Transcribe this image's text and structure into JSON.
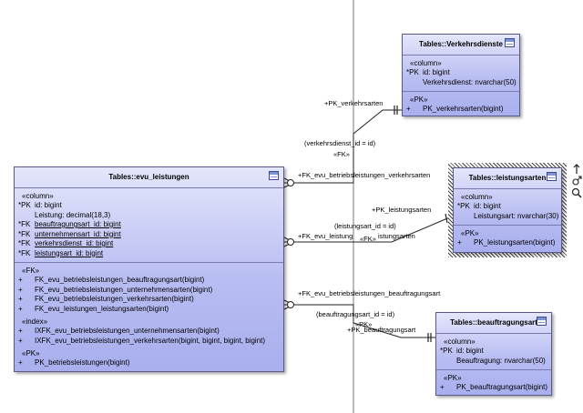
{
  "tables": {
    "verkehrsdienste": {
      "title": "Tables::Verkehrsdienste",
      "column_stereo": "«column»",
      "columns": [
        {
          "key": "*PK",
          "text": "id: bigint",
          "indent": false,
          "underline": false
        },
        {
          "key": "",
          "text": "Verkehrsdienst: nvarchar(50)",
          "indent": true,
          "underline": false
        }
      ],
      "pk_stereo": "«PK»",
      "pks": [
        {
          "key": "+",
          "text": "PK_verkehrsarten(bigint)"
        }
      ]
    },
    "evu_leistungen": {
      "title": "Tables::evu_leistungen",
      "column_stereo": "«column»",
      "columns": [
        {
          "key": "*PK",
          "text": "id: bigint",
          "indent": false,
          "underline": false
        },
        {
          "key": "",
          "text": "Leistung: decimal(18,3)",
          "indent": true,
          "underline": false
        },
        {
          "key": "*FK",
          "text": "beauftragungsart_id: bigint",
          "indent": false,
          "underline": true
        },
        {
          "key": "*FK",
          "text": "unternehmensart_id: bigint",
          "indent": false,
          "underline": true
        },
        {
          "key": "*FK",
          "text": "verkehrsdienst_id: bigint",
          "indent": false,
          "underline": true
        },
        {
          "key": "*FK",
          "text": "leistungsart_id: bigint",
          "indent": false,
          "underline": true
        }
      ],
      "fk_stereo": "«FK»",
      "fks": [
        {
          "key": "+",
          "text": "FK_evu_betriebsleistungen_beauftragungsart(bigint)"
        },
        {
          "key": "+",
          "text": "FK_evu_betriebsleistungen_unternehmensarten(bigint)"
        },
        {
          "key": "+",
          "text": "FK_evu_betriebsleistungen_verkehrsarten(bigint)"
        },
        {
          "key": "+",
          "text": "FK_evu_leistungen_leistungsarten(bigint)"
        }
      ],
      "index_stereo": "«index»",
      "indexes": [
        {
          "key": "+",
          "text": "IXFK_evu_betriebsleistungen_unternehmensarten(bigint)"
        },
        {
          "key": "+",
          "text": "IXFK_evu_betriebsleistungen_verkehrsarten(bigint, bigint, bigint, bigint)"
        }
      ],
      "pk_stereo": "«PK»",
      "pks": [
        {
          "key": "+",
          "text": "PK_betriebsleistungen(bigint)"
        }
      ]
    },
    "leistungsarten": {
      "title": "Tables::leistungsarten",
      "column_stereo": "«column»",
      "columns": [
        {
          "key": "*PK",
          "text": "id: bigint",
          "indent": false,
          "underline": false
        },
        {
          "key": "",
          "text": "Leistungsart: nvarchar(30)",
          "indent": true,
          "underline": false
        }
      ],
      "pk_stereo": "«PK»",
      "pks": [
        {
          "key": "+",
          "text": "PK_leistungsarten(bigint)"
        }
      ]
    },
    "beauftragungsart": {
      "title": "Tables::beauftragungsart",
      "column_stereo": "«column»",
      "columns": [
        {
          "key": "*PK",
          "text": "id: bigint",
          "indent": false,
          "underline": false
        },
        {
          "key": "",
          "text": "Beauftragung: nvarchar(50)",
          "indent": true,
          "underline": false
        }
      ],
      "pk_stereo": "«PK»",
      "pks": [
        {
          "key": "+",
          "text": "PK_beauftragungsart(bigint)"
        }
      ]
    }
  },
  "connectors": {
    "verkehrsarten": {
      "pk_label": "+PK_verkehrsarten",
      "condition": "(verkehrsdienst_id = id)",
      "fk_stereo": "«FK»",
      "fk_label": "+FK_evu_betriebsleistungen_verkehrsarten"
    },
    "leistungsarten": {
      "pk_label": "+PK_leistungsarten",
      "condition": "(leistungsart_id = id)",
      "fk_label": "+FK_evu_leistung",
      "fk_stereo": "«FK»",
      "fk_label_tail": "istungsarten"
    },
    "beauftragungsart": {
      "fk_label": "+FK_evu_betriebsleistungen_beauftragungsart",
      "condition": "(beauftragungsart_id = id)",
      "pk_stereo": "«PK»",
      "pk_label": "+PK_beauftragungsart"
    }
  },
  "colors": {
    "table_fill_top": "#e4e6fb",
    "table_fill_bottom": "#a9afee",
    "table_border": "#5a5a8a",
    "line": "#2a2a2a"
  }
}
